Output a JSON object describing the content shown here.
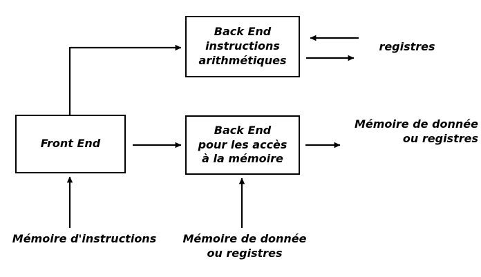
{
  "diagram": {
    "title": "Architecture Front End / Back End",
    "background_color": "#ffffff",
    "stroke_color": "#000000",
    "nodes": [
      {
        "id": "back-end-arith",
        "lines": [
          "Back End",
          "instructions",
          "arithmétiques"
        ]
      },
      {
        "id": "front-end",
        "lines": [
          "Front End"
        ]
      },
      {
        "id": "back-end-memory",
        "lines": [
          "Back End",
          "pour les accès",
          "à la mémoire"
        ]
      }
    ],
    "labels": [
      {
        "id": "registres",
        "lines": [
          "registres"
        ]
      },
      {
        "id": "memoire-donnee-registres-right",
        "lines": [
          "Mémoire de donnée",
          "ou registres"
        ]
      },
      {
        "id": "memoire-instructions",
        "lines": [
          "Mémoire d'instructions"
        ]
      },
      {
        "id": "memoire-donnee-registres-bottom",
        "lines": [
          "Mémoire de donnée",
          "ou registres"
        ]
      }
    ]
  }
}
